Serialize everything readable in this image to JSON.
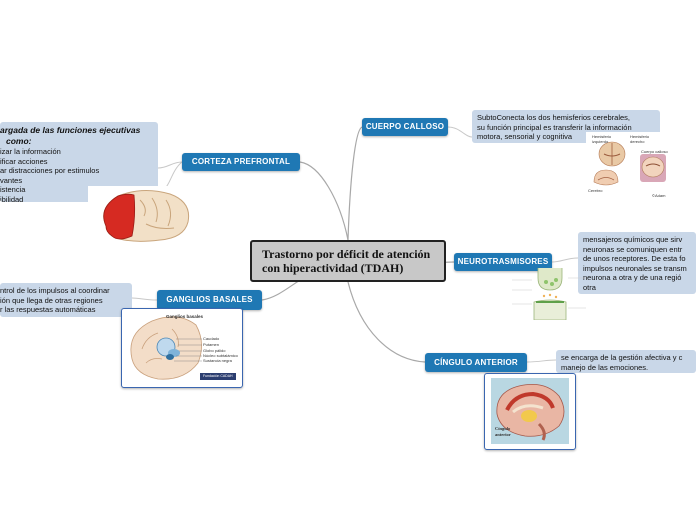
{
  "central": {
    "line1": "Trastorno por déficit de atención",
    "line2": "con hiperactividad (TDAH)"
  },
  "topics": {
    "cuerpo_calloso": "CUERPO CALLOSO",
    "corteza_prefrontal": "CORTEZA PREFRONTAL",
    "neurotrasmisores": "NEUROTRASMISORES",
    "ganglios_basales": "GANGLIOS BASALES",
    "cingulo_anterior": "CÍNGULO ANTERIOR"
  },
  "notes": {
    "cuerpo_calloso": [
      "SubtoConecta los dos hemisferios cerebrales,",
      "su función principal es transferir la información",
      "motora, sensorial y cognitiva"
    ],
    "corteza_prefrontal": {
      "title1": "argada de las funciones ejecutivas",
      "title2": "como:",
      "items": [
        "izar la información",
        "ificar acciones",
        "ar distracciones por estimulos",
        "vantes",
        "istencia",
        "ibilidad"
      ]
    },
    "neurotrasmisores": [
      "mensajeros químicos que sirv",
      "neuronas se comuniquen entr",
      "de unos receptores. De esta fo",
      "impulsos neuronales se transm",
      "neurona a otra y de una regió",
      "otra"
    ],
    "ganglios_basales": [
      "ntrol de los impulsos al coordinar",
      "ión que llega de otras regiones",
      "r las respuestas automáticas"
    ],
    "cingulo_anterior": [
      "se encarga de la gestión afectiva y c",
      "manejo de las emociones."
    ]
  },
  "image_labels": {
    "ganglios_title": "Ganglios basales",
    "ganglios_parts": [
      "Caudado",
      "Putamen",
      "Globo pálido",
      "Núcleo subtalámico",
      "Sustancia negra"
    ],
    "ganglios_brand": "Fundación CADAH",
    "cingulo_label_1": "Cíngulo",
    "cingulo_label_2": "anterior",
    "callosum_label_1": "Hemisferio",
    "callosum_label_2": "izquierdo",
    "callosum_label_3": "derecho",
    "callosum_label_4": "Cuerpo calloso",
    "callosum_label_5": "Cerebro",
    "callosum_credit": "©Adam"
  },
  "colors": {
    "topic_bg": "#1f78b4",
    "note_bg": "#c9d7e8",
    "connector": "#a8a8a8",
    "central_bg": "#c8c8c8"
  }
}
